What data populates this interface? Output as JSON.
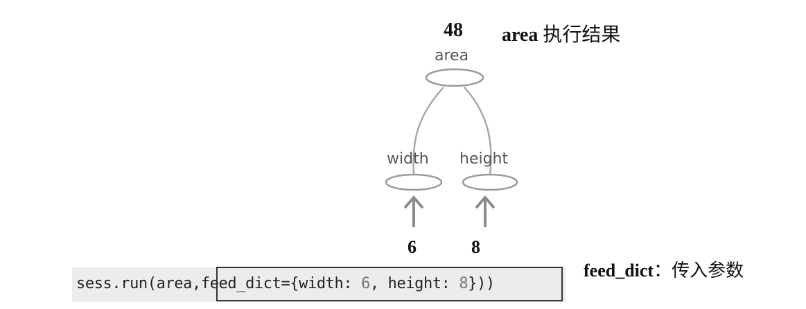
{
  "result": {
    "value": "48",
    "label_en": "area",
    "label_cn": "执行结果"
  },
  "nodes": {
    "area": "area",
    "width": "width",
    "height": "height"
  },
  "inputs": {
    "width_value": "6",
    "height_value": "8"
  },
  "feed": {
    "label_en": "feed_dict",
    "label_cn": "：传入参数"
  },
  "code": {
    "prefix": "sess.run(area,",
    "boxed_start": "feed_dict={width: ",
    "width_num": "6",
    "mid": ", height: ",
    "height_num": "8",
    "close": "})",
    "suffix": ")"
  },
  "colors": {
    "node_stroke": "#9a9a9a",
    "edge": "#a8a8a8",
    "arrow": "#8c8c8c",
    "code_bg": "#ececec"
  }
}
